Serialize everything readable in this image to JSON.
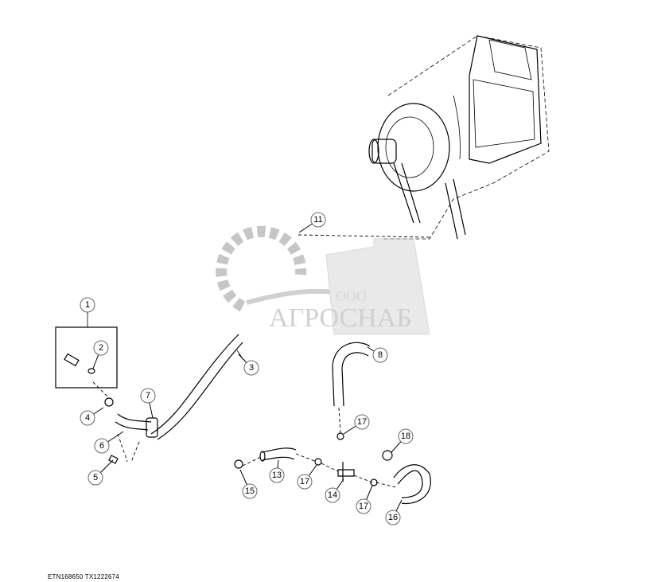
{
  "reference_codes": "ETN168650  TX1222674",
  "watermark": {
    "prefix": "ООО",
    "name": "АГРОСНАБ"
  },
  "callouts": [
    {
      "label": "1"
    },
    {
      "label": "2"
    },
    {
      "label": "3"
    },
    {
      "label": "4"
    },
    {
      "label": "5"
    },
    {
      "label": "6"
    },
    {
      "label": "7"
    },
    {
      "label": "8"
    },
    {
      "label": "11"
    },
    {
      "label": "13"
    },
    {
      "label": "14"
    },
    {
      "label": "15"
    },
    {
      "label": "16"
    },
    {
      "label": "17"
    },
    {
      "label": "17"
    },
    {
      "label": "17"
    },
    {
      "label": "18"
    }
  ]
}
